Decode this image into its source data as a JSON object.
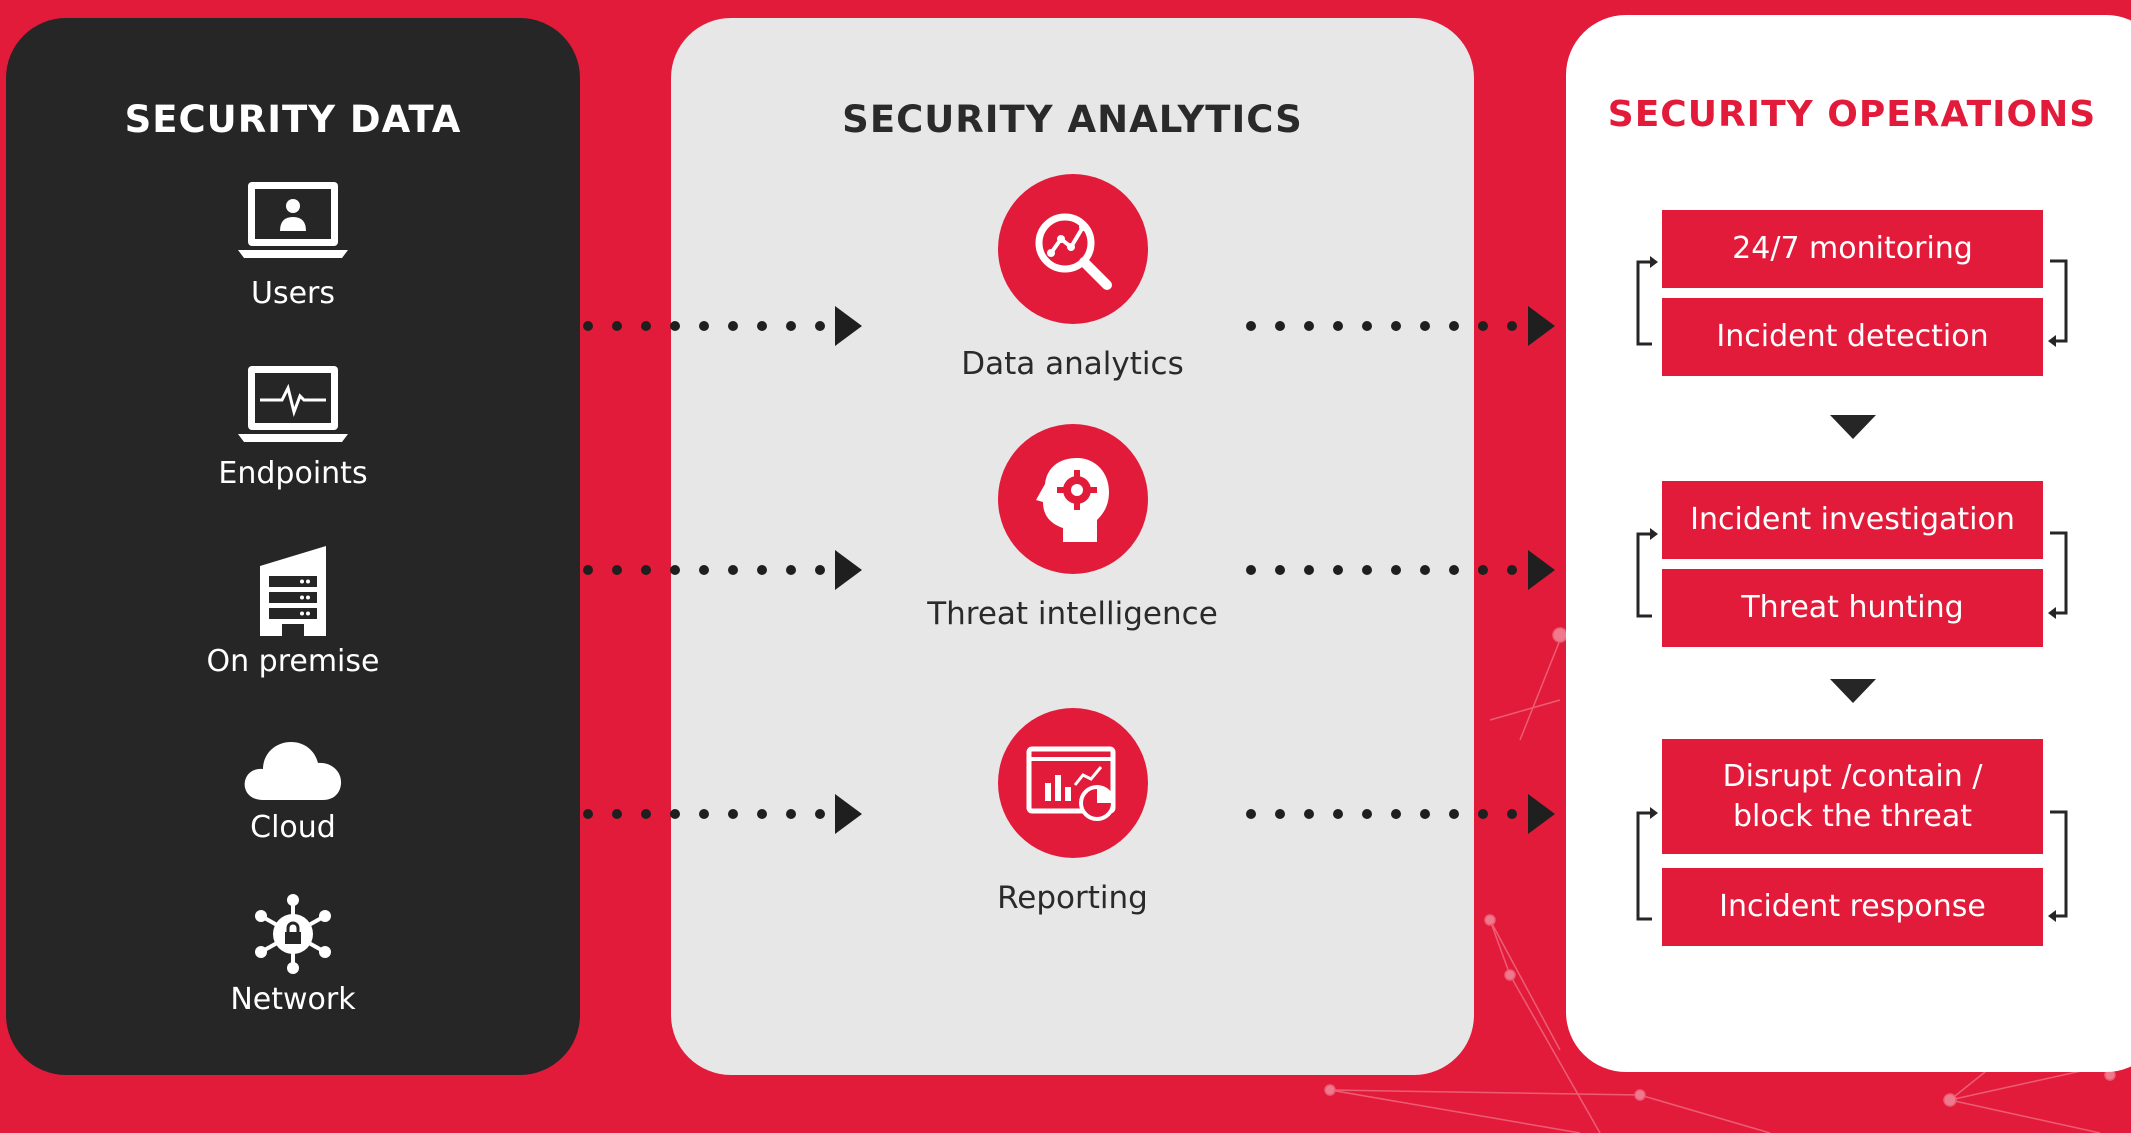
{
  "security_data": {
    "title": "SECURITY DATA",
    "items": [
      {
        "label": "Users",
        "icon": "laptop-user-icon"
      },
      {
        "label": "Endpoints",
        "icon": "laptop-pulse-icon"
      },
      {
        "label": "On premise",
        "icon": "server-building-icon"
      },
      {
        "label": "Cloud",
        "icon": "cloud-icon"
      },
      {
        "label": "Network",
        "icon": "network-lock-icon"
      }
    ]
  },
  "security_analytics": {
    "title": "SECURITY ANALYTICS",
    "items": [
      {
        "label": "Data analytics",
        "icon": "magnify-chart-icon"
      },
      {
        "label": "Threat intelligence",
        "icon": "head-gear-icon"
      },
      {
        "label": "Reporting",
        "icon": "report-chart-icon"
      }
    ]
  },
  "security_operations": {
    "title": "SECURITY OPERATIONS",
    "groups": [
      {
        "steps": [
          "24/7 monitoring",
          "Incident detection"
        ]
      },
      {
        "steps": [
          "Incident investigation",
          "Threat hunting"
        ]
      },
      {
        "steps": [
          "Disrupt /contain / block the threat",
          "Incident response"
        ]
      }
    ]
  },
  "colors": {
    "brand_red": "#e31b3b",
    "dark_panel": "#262626",
    "light_panel": "#e7e7e7",
    "white_panel": "#ffffff"
  }
}
